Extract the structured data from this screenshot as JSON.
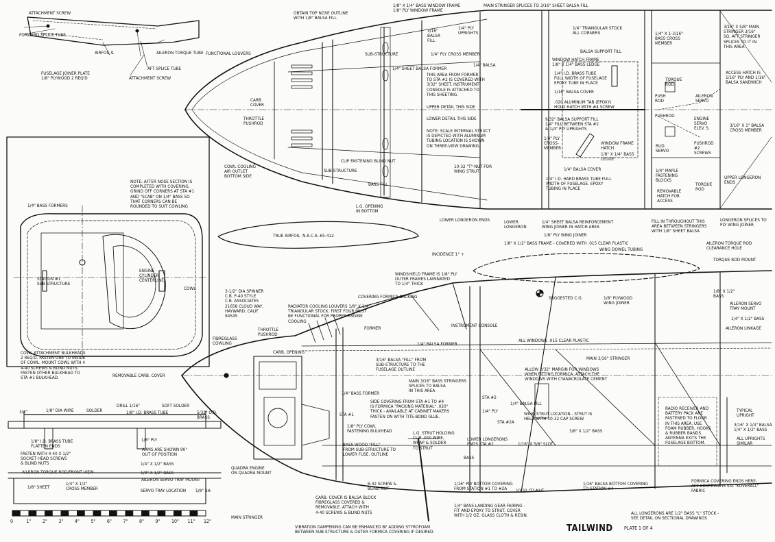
{
  "title": "TAILWIND",
  "plate": "PLATE 1 OF 4",
  "ruler": {
    "labels": [
      "0",
      "1\"",
      "2\"",
      "3\"",
      "4\"",
      "5\"",
      "6\"",
      "7\"",
      "8\"",
      "9\"",
      "10\"",
      "11\"",
      "12\""
    ]
  },
  "labels": {
    "attach_screw_top": "ATTACHMENT SCREW",
    "forward_splice": "FORWARD SPLICE TUBE",
    "airfoil_cl": "AIRFOIL ℄",
    "aileron_torque_tube": "AILERON TORQUE TUBE",
    "aft_splice": "AFT SPLICE TUBE",
    "attach_screw_bot": "ATTACHMENT SCREW",
    "fuselage_joiner": "FUSELAGE JOINER PLATE\n1/8\" PLYWOOD 2 REQ'D",
    "functional_louvers": "FUNCTIONAL LOUVERS",
    "obtain_top": "OBTAIN TOP NOSE OUTLINE\nWITH 1/8\" BALSA FILL",
    "window_frame": "1/8\" X 1/4\" BASS WINDOW FRAME\n1/8\" PLY WINDOW FRAME",
    "main_stringer_splices": "MAIN STRINGER SPLICES TO 3/16\" SHEET BALSA FILL",
    "balsa_fill_316": "3/16\"\nBALSA\nFILL",
    "ply_uprights": "1/4\" PLY\nUPRIGHTS",
    "tri_stock": "1/4\" TRIANGULAR STOCK\nALL CORNERS",
    "bass_cross": "1/4\" X 1-3/16\"\nBASS CROSS\nMEMBER",
    "main_stringer_aft": "3/16\" X 5/8\" MAIN\nSTRINGER 3/16\"\nSQ. AFT STRINGER\nSPLICES TO IT IN\nTHIS AREA",
    "sub_structure": "SUB-STRUCTURE",
    "ply_cross": "1/4\" PLY CROSS MEMBER",
    "balsa_support_fill": "BALSA SUPPORT FILL",
    "sheet_balsa_former": "1/4\" SHEET BALSA FORMER",
    "window_hatch_frame": "WINDOW HATCH FRAME\n1/8\" X 1/4\" BASS LEDGE",
    "balsa_14": "1/4\" BALSA",
    "brass_tube_top": "1/4\" I.D. BRASS TUBE\nFULL WIDTH OF FUSELAGE\nEPOXY TUBE IN PLACE",
    "this_area": "THIS AREA FROM FORMER\nTO STA #2 IS COVERED WITH\n3/32\" SHEET. INSTRUMENT\nCONSOLE IS ATTACHED TO\nTHIS SHEETING.",
    "balsa_cover": "1/16\" BALSA COVER",
    "torque_rod": "TORQUE\nROD",
    "access_hatch": "ACCESS HATCH IS\n1/16\" PLY AND 1/16\"\nBALSA SANDWICH",
    "carb_cover": "CARB\nCOVER",
    "upper_detail": "UPPER DETAIL THIS SIDE",
    "alum_tab": ".020 ALUMINUM TAB (EPOXY)\nHOLD HATCH WITH #4 SCREW",
    "push_rod": "PUSH\nROD",
    "aileron_servo_top": "AILERON\nSERVO",
    "throttle_pushrod_top": "THROTTLE\nPUSHROD",
    "lower_detail": "LOWER DETAIL THIS SIDE",
    "balsa_support_fill2": "9/32\" BALSA SUPPORT FILL\n1/4\" FILL BETWEEN STA #2\n& 1/4\" PLY UPRIGHTS",
    "pushrod_label": "PUSHROD",
    "engine_servo": "ENGINE\nSERVO\nELEV. S.",
    "balsa_cross_3_16": "3/16\" X 1\" BALSA\nCROSS MEMBER",
    "note_scale": "NOTE: SCALE INTERNAL STRUCT\nIS DEPICTED WITH ALUMINUM\nTUBING LOCATION IS SHOWN\nON THREE-VIEW DRAWING.",
    "ply_cross_member": "1/4\" PLY\nCROSS-\nMEMBER",
    "window_frame_hatch": "WINDOW FRAME\nHATCH",
    "bass_ledge": "1/8\" X 1/4\" BASS\nLEDGE",
    "pushrod2": "PUSHROD\n#2\nSCREWS",
    "rud_servo": "RUD.\nSERVO",
    "clip_nut": "CLIP FASTENING BLIND NUT",
    "cowl_cooling": "COWL COOLING\nAIR OUTLET\nBOTTOM SIDE",
    "sub_structure2": "SUB-STRUCTURE",
    "nut_10_32": "10-32 \"T\"-NUT FOR\nWING STRUT",
    "balsa_cover2": "1/4\" BALSA COVER",
    "maple_blocks": "1/4\" MAPLE\nFASTENING\nBLOCKS",
    "torque_rod2": "TORQUE\nROD",
    "upper_longeron": "UPPER LONGERON\nENDS",
    "bass_fill": "BASS FILL",
    "brass_tube_bot": "1/4\" I.D. HARD BRASS TUBE FULL\nWIDTH OF FUSELAGE. EPOXY\nTUBING IN PLACE",
    "removable_hatch": "REMOVABLE\nHATCH FOR\nACCESS",
    "lg_opening": "L.G. OPENING\nIN BOTTOM",
    "lower_longeron_ends": "LOWER LONGERON ENDS",
    "lower_longeron": "LOWER\nLONGERON",
    "sheet_reinforcement": "1/4\" SHEET BALSA REINFORCEMENT\nWING JOINER IN HATCH AREA",
    "fill_throughout": "FILL IN THROUGHOUT THIS\nAREA BETWEEN STRINGERS\nWITH 1/8\" SHEET BALSA",
    "longeron_splices": "LONGERON SPLICES TO\nPLY WING JOINER",
    "note_after": "NOTE: AFTER NOSE SECTION IS\nCOMPLETED WITH COVERING,\nGRIND OFF CORNERS AT STA #1\nAND \"SCAB\" ON 1/4\" BASS SO\nTHAT CORNERS CAN BE\nROUNDED TO SUIT COWLING",
    "bass_formers": "1/4\" BASS FORMERS",
    "true_airfoil": "TRUE AIRFOIL  N.A.C.A.-65-412",
    "ply_wing_joiner": "1/8\" PLY WING JOINER",
    "bass_frame": "1/8\" X 1/2\" BASS FRAME - COVERED WITH .015 CLEAR PLASTIC",
    "wing_dowel": "WING DOWEL TUBING",
    "aileron_clearance": "AILERON TORQUE ROD\nCLEARANCE HOLE",
    "incidence": "INCIDENCE 1° +",
    "torque_mount": "TORQUE ROD MOUNT",
    "windshield": "WINDSHIELD FRAME IS 1/8\" PLY\nOUTER FRAMES LAMINATED\nTO 1/4\" THICK",
    "station1": "STATION #1\nSUB STRUCTURE",
    "engine_cl": "ENGINE\nCYLINDER\nCENTERLINE",
    "cowl": "COWL",
    "spinner": "3-1/2\" DIA SPINNER\nC.B. P-40 STYLE\nC.B. ASSOCIATES\n21658 CLOUD WAY,\nHAYWARD, CALIF\n94545",
    "covering_formica": "COVERING FORMICA BACKING",
    "suggested_cg": "SUGGESTED C.G.",
    "ply_wing_joiner2": "1/8\" PLYWOOD\nWING JOINER",
    "bass_18_12": "1/8\" X 1/2\"\nBASS",
    "aileron_servo_tray": "AILERON SERVO\nTRAY MOUNT",
    "radiator": "RADIATOR COOLING LOUVERS 1/8\" X 1/4\"\nTRIANGULAR STOCK. FIRST FOUR MUST\nBE FUNCTIONAL FOR PROPER ENGINE\nCOOLING",
    "bass_14_12": "1/4\" X 1/2\" BASS",
    "throttle_pushrod": "THROTTLE\nPUSHROD",
    "former": "FORMER",
    "instrument_console": "INSTRUMENT CONSOLE",
    "aileron_linkage": "AILERON LINKAGE",
    "fibreglass_cowling": "FIBREGLASS\nCOWLING",
    "balsa_former_14": "1/4\" BALSA FORMER",
    "clear_plastic": "ALL WINDOWS .015 CLEAR PLASTIC",
    "carb_opening": "CARB. OPENING",
    "cowl_attach": "COWL ATTACHMENT BULKHEADS\n2 REQ'D. FASTEN ONE TO INSIDE\nOF COWL. MOUNT COWL WITH 4\n4-40 SCREWS & BLIND NUTS.\nFASTEN OTHER BULKHEAD TO\nSTA #1 BULKHEAD.",
    "removable_carb": "REMOVABLE CARB. COVER",
    "balsa_fill_substructure": "3/16\" BALSA \"FILL\" FROM\nSUB-STRUCTURE TO THE\nFUSELAGE OUTLINE",
    "main_stringer_316": "MAIN 3/16\" STRINGER",
    "allow_margin": "ALLOW 3/32\" MARGIN FOR WINDOWS\nWHEN FITTING FORMICA. ATTACH THE\nWINDOWS WITH CYANACROLATE CEMENT",
    "main_bass_stringers": "MAIN 3/16\" BASS STRINGERS\nSPLICES TO BALSA\nIN THIS AREA",
    "bass_former_14": "1/4\" BASS FORMER",
    "side_covering": "SIDE COVERING FROM STA #1 TO #4\nIS FORMICA \"PACKING MATERIAL\" .020\"\nTHICK - AVAILABLE AT CABINET MAKERS\nFASTEN ON WITH TITE-BOND GLUE.",
    "sta2": "STA #2",
    "balsa_fill_14": "1/4\" BALSA FILL",
    "ply_14": "1/4\" PLY",
    "sta2a": "STA #2A",
    "strut_location": "WING STRUT LOCATION - STRUT IS\nHELD WITH 10-32 CAP SCREW",
    "sta1": "STA #1",
    "ply_cowl": "1/8\" PLY COWL\nFASTENING BULKHEAD",
    "lg_strut": "L.G. STRUT HOLDING\nCLIP .040 WIRE,\nWRAP & SOLDER\nTO STRUT",
    "lower_longerons_end": "LOWER LONGERONS\nENDS STA #2",
    "bass_38_12": "3/8\" X 1/2\" BASS",
    "slot": "1/16\" X 5/8\" SLOT",
    "radio": "RADIO RECEIVER AND\nBATTERY PACK ARE\nFASTENED TO FLOOR\nIN THIS AREA. USE\nFOAM RUBBER, HOOKS\n& RUBBER BANDS.\nANTENNA EXITS THE\nFUSELAGE BOTTOM.",
    "typical_upright": "TYPICAL\nUPRIGHT",
    "bass_316_14": "3/16\" X 1/4\" BALSA\n1/4\" X 1/2\" BASS",
    "all_uprights": "ALL UPRIGHTS\nSIMILAR",
    "bass_wood_fill": "BASS WOOD \"FILL\"\nFROM SUB-STRUCTURE TO\nLOWER FUSE. OUTLINE",
    "bass_bottom": "BASS",
    "quadra": "QUADRA ENGINE\nON QUADRA MOUNT",
    "screw_632": "6-32 SCREW &\nBLIND NUT",
    "ply_bottom": "1/16\" PLY BOTTOM COVERING\nFROM STATION #1 TO #2A",
    "tnut": "10-32 \"T\"-NUT",
    "balsa_bottom": "1/16\" BALSA BOTTOM COVERING\nTO STATION #4",
    "formica_ends": "FORMICA COVERING ENDS HERE-\nAFT COVERING IS SIG \"KOVERALL\"\nFABRIC",
    "carb_cover_block": "CARB. COVER IS BALSA BLOCK\nFIBREGLASS COVERED &\nREMOVABLE. ATTACH WITH\n4-40 SCREWS & BLIND NUTS",
    "bass_lg_fairing": "1/4\" BASS LANDING GEAR FAIRING -\nFIT AND EPOXY TO STRUT. COVER\nWITH 1/2 OZ. GLASS CLOTH & RESIN.",
    "main_stringer_bot": "MAIN STRINGER",
    "longerons_note": "ALL LONGERONS ARE 1/2\" BASS \"L\" STOCK -\nSEE DETAIL ON SECTIONAL DRAWINGS",
    "vibration": "VIBRATION DAMPENING CAN BE ENHANCED BY ADDING STYROFOAM\nBETWEEN SUB-STRUCTURE & OUTER FORMICA COVERING IF DESIRED.",
    "wire_34": "3/4\"",
    "dia_wire": "1/8\" DIA WIRE",
    "solder": "SOLDER",
    "drill": "DRILL 1/16\"",
    "soft_solder": "SOFT SOLDER",
    "brass_tube_id": "1/8\" I.D. BRASS TUBE",
    "brass_od": "5/32\" O.D.\nBRASS",
    "brass_flatten": "1/8\" I.D. BRASS TUBE\nFLATTEN ENDS",
    "ply_18": "1/8\" PLY",
    "fasten_440": "FASTEN WITH 4-40 X 1/2\"\nSOCKET HEAD SCREWS\n& BLIND NUTS",
    "arms": "ARMS ARE SHOWN 90°\nOUT OF POSITION",
    "bass_14x12": "1/4\" X 1/2\" BASS",
    "bass_18x12": "1/8\" X 1/2\" BASS",
    "aileron_front": "AILERON TORQUE ROD/FRONT VIEW",
    "aileron_tray": "AILERON SERVO TRAY MOUNT",
    "sheet_18": "1/8\" SHEET",
    "cross_member": "1/4\" X 1/2\"\nCROSS MEMBER",
    "servo_tray": "SERVO TRAY LOCATION",
    "sh_18": "1/8\" SH."
  }
}
